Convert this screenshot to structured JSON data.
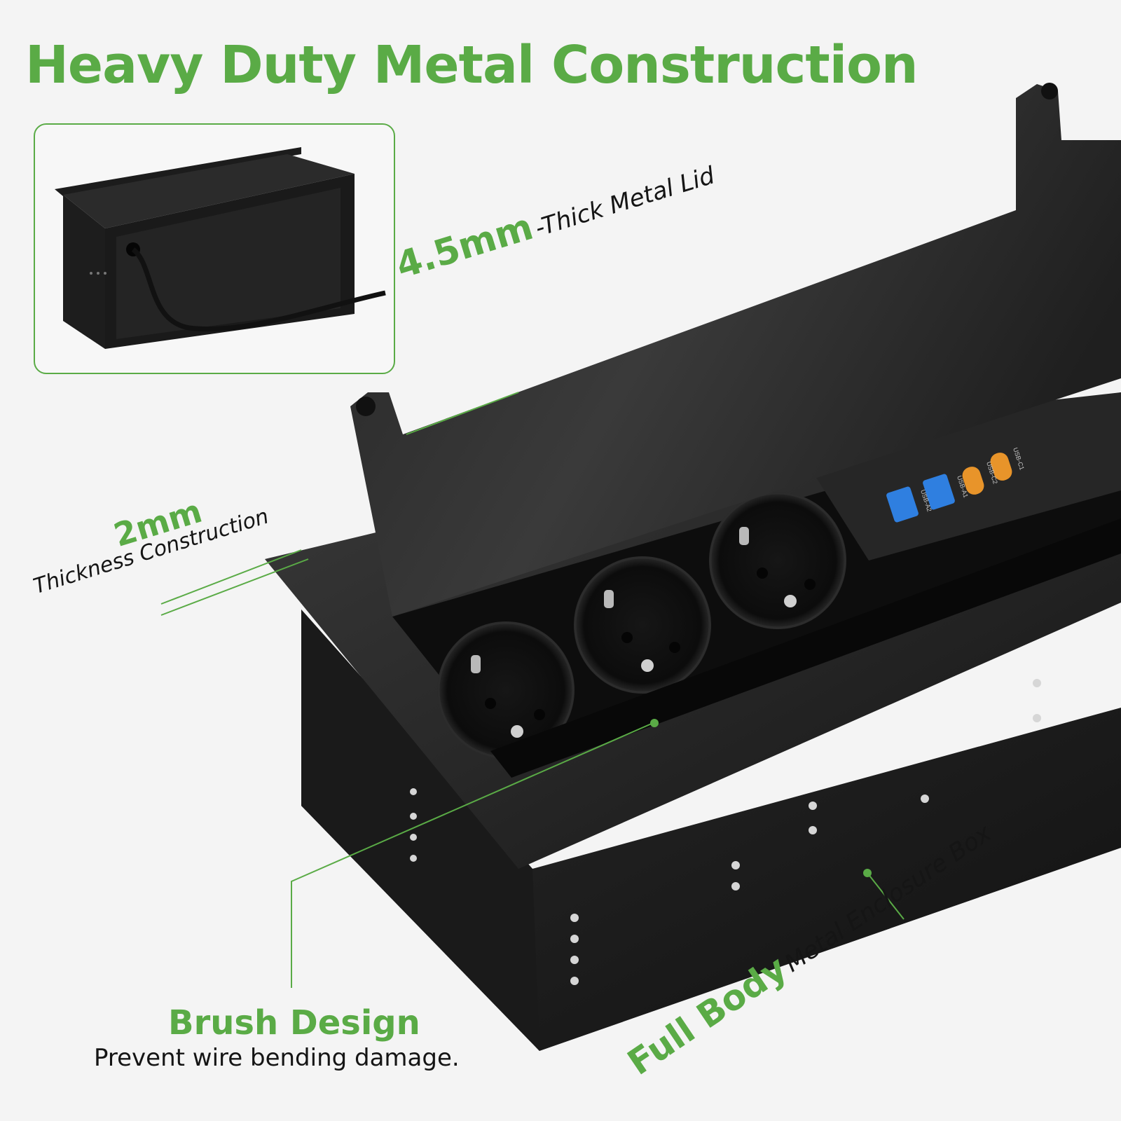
{
  "headline": "Heavy Duty Metal Construction",
  "callouts": {
    "lid": {
      "value": "4.5mm",
      "text": "-Thick Metal Lid"
    },
    "frame": {
      "value": "2mm",
      "text": "Thickness Construction"
    },
    "brush": {
      "title": "Brush Design",
      "text": "Prevent wire bending damage."
    },
    "body": {
      "value": "Full Body",
      "text": "Metal Enclosure Box"
    }
  },
  "ports": {
    "usb_a2": "USB-A2",
    "usb_a1": "USB-A1",
    "usb_c2": "USB-C2",
    "usb_c1": "USB-C1"
  },
  "colors": {
    "accent": "#5aab46",
    "metal": "#1c1c1c",
    "usb_a": "#2f7fe0",
    "usb_c": "#e8942a"
  }
}
